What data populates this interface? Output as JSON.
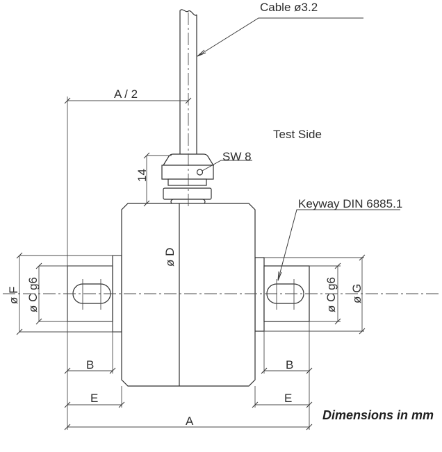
{
  "drawing": {
    "annotations": {
      "cable_label": "Cable ø3.2",
      "test_side_label": "Test Side",
      "wrench_size_label": "SW 8",
      "keyway_label": "Keyway DIN 6885.1",
      "footnote": "Dimensions in mm"
    },
    "dimensions": {
      "half_total_length": "A / 2",
      "gland_height": "14",
      "body_diameter": "ø D",
      "left_flange_diameter": "ø F",
      "left_shaft_diameter": "ø C g6",
      "right_shaft_diameter": "ø C g6",
      "right_flange_diameter": "ø G",
      "left_shaft_end_length": "B",
      "right_shaft_end_length": "B",
      "left_shaft_total_length": "E",
      "right_shaft_total_length": "E",
      "total_length": "A"
    },
    "colors": {
      "line": "#2f2f2f",
      "dimension_line": "#4a4a4a",
      "background": "#ffffff"
    }
  }
}
